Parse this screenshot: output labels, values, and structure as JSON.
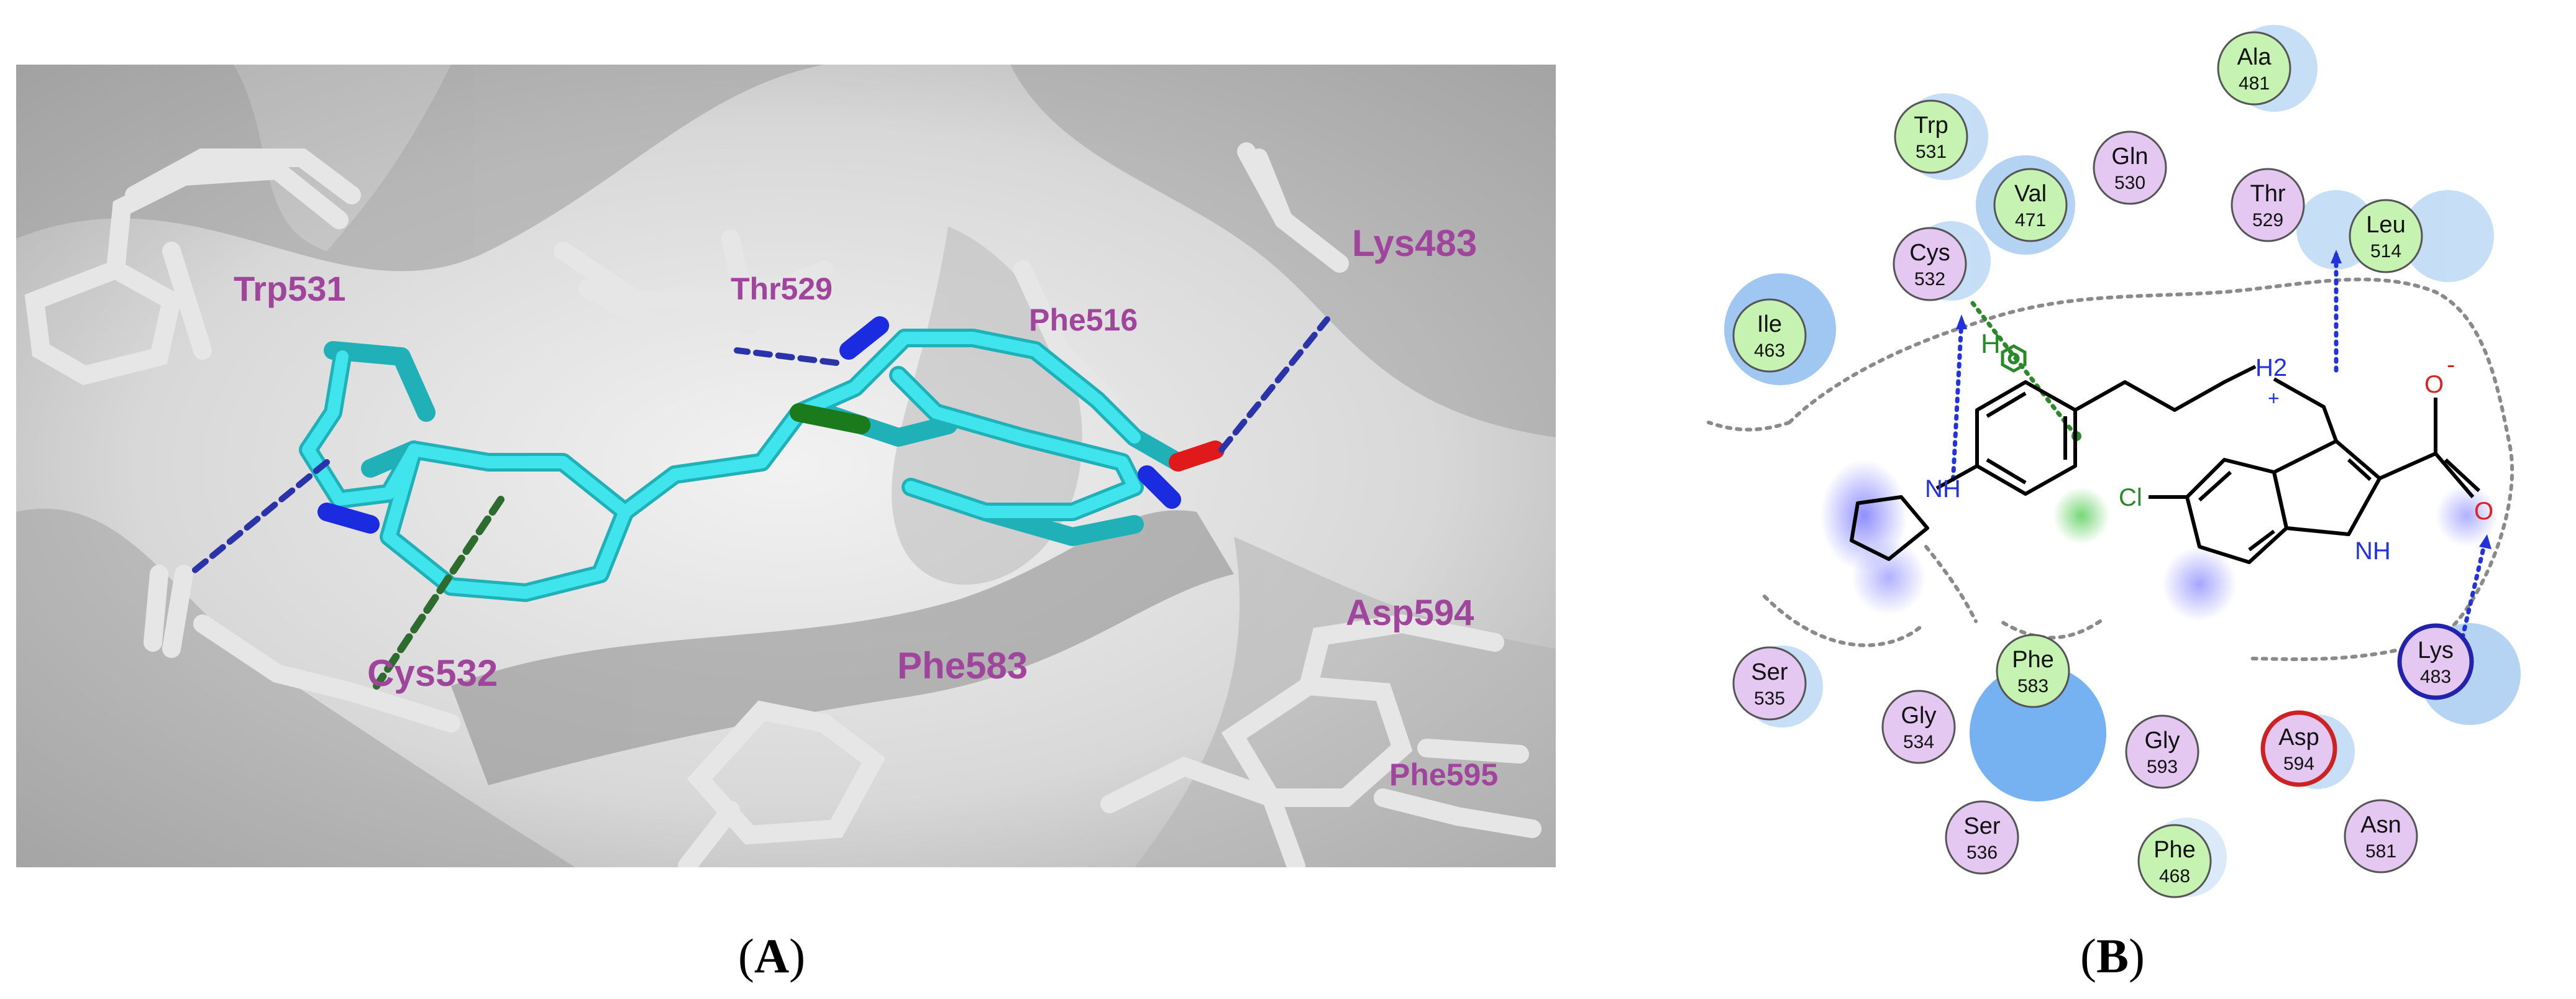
{
  "panel_a": {
    "label": "A",
    "residues": [
      "Trp531",
      "Thr529",
      "Phe516",
      "Lys483",
      "Cys532",
      "Phe583",
      "Asp594",
      "Phe595"
    ]
  },
  "panel_b": {
    "label": "B",
    "residues": [
      {
        "name": "Ala",
        "num": "481",
        "type": "hydrophobic"
      },
      {
        "name": "Trp",
        "num": "531",
        "type": "hydrophobic"
      },
      {
        "name": "Gln",
        "num": "530",
        "type": "polar"
      },
      {
        "name": "Val",
        "num": "471",
        "type": "hydrophobic"
      },
      {
        "name": "Thr",
        "num": "529",
        "type": "polar"
      },
      {
        "name": "Leu",
        "num": "514",
        "type": "hydrophobic"
      },
      {
        "name": "Cys",
        "num": "532",
        "type": "polar"
      },
      {
        "name": "Ile",
        "num": "463",
        "type": "hydrophobic"
      },
      {
        "name": "Ser",
        "num": "535",
        "type": "polar"
      },
      {
        "name": "Phe",
        "num": "583",
        "type": "hydrophobic"
      },
      {
        "name": "Gly",
        "num": "534",
        "type": "polar"
      },
      {
        "name": "Gly",
        "num": "593",
        "type": "polar"
      },
      {
        "name": "Asp",
        "num": "594",
        "type": "charged-negative"
      },
      {
        "name": "Lys",
        "num": "483",
        "type": "charged-positive"
      },
      {
        "name": "Ser",
        "num": "536",
        "type": "polar"
      },
      {
        "name": "Phe",
        "num": "468",
        "type": "hydrophobic"
      },
      {
        "name": "Asn",
        "num": "581",
        "type": "polar"
      }
    ],
    "atoms": {
      "nh_pyrrolidine": "NH",
      "nh2": "H2",
      "plus": "+",
      "cl": "Cl",
      "nh_indole": "NH",
      "o_minus": "O",
      "minus": "-",
      "o": "O",
      "h": "H"
    }
  },
  "colors": {
    "hydrophobic": "#c6f2b2",
    "polar": "#e4c8f2",
    "hbond": "#2233dd",
    "pi": "#2a8a2a",
    "ligand": "#33d0d8",
    "residue_label": "#a0459c"
  }
}
